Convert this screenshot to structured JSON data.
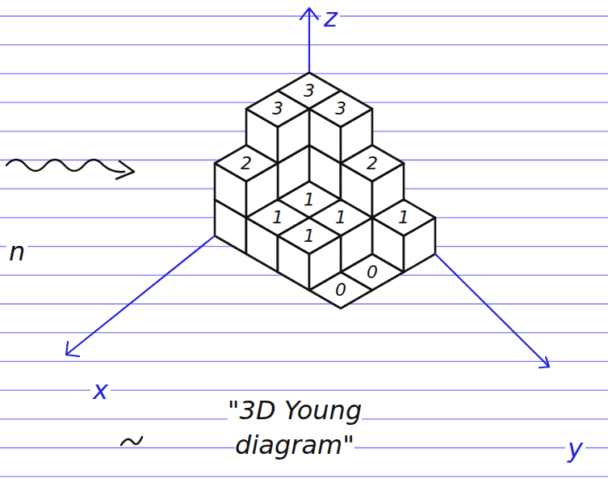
{
  "diagram": {
    "labels": [
      "3",
      "3",
      "2",
      "1",
      "3",
      "1",
      "1",
      "0",
      "2",
      "1",
      "1",
      "0",
      "z",
      "x",
      "y",
      "n",
      "\"3D Young diagram\""
    ]
  }
}
